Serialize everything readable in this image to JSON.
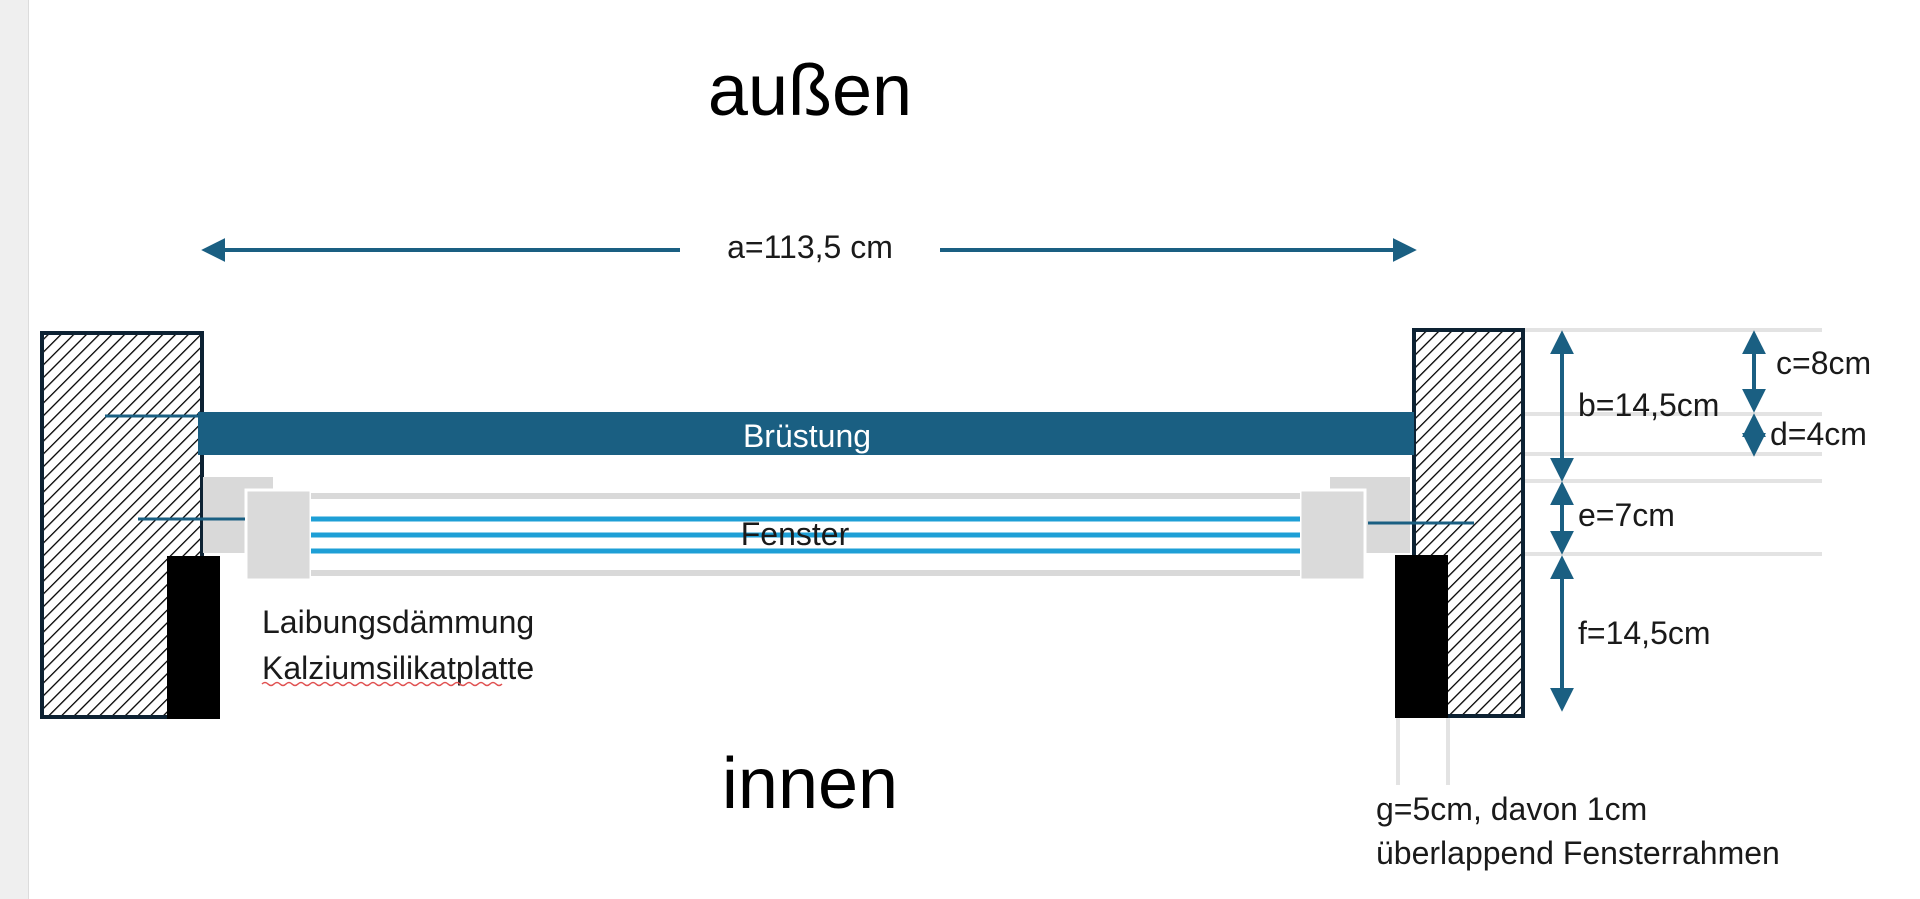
{
  "labels": {
    "outside": "außen",
    "inside": "innen",
    "parapet": "Brüstung",
    "window": "Fenster",
    "reveal_line1": "Laibungsdämmung",
    "reveal_line2": "Kalziumsilikatplatte"
  },
  "dimensions": {
    "a": "a=113,5 cm",
    "b": "b=14,5cm",
    "c": "c=8cm",
    "d": "d=4cm",
    "e": "e=7cm",
    "f": "f=14,5cm",
    "g_line1": "g=5cm, davon 1cm",
    "g_line2": "überlappend Fensterrahmen"
  },
  "colors": {
    "accent": "#1a5f82",
    "glass": "#1e9fd6",
    "frame": "#d9d9d9",
    "wall_border": "#0d2233",
    "insulation": "#000000",
    "guide_line": "#e3e3e3"
  }
}
